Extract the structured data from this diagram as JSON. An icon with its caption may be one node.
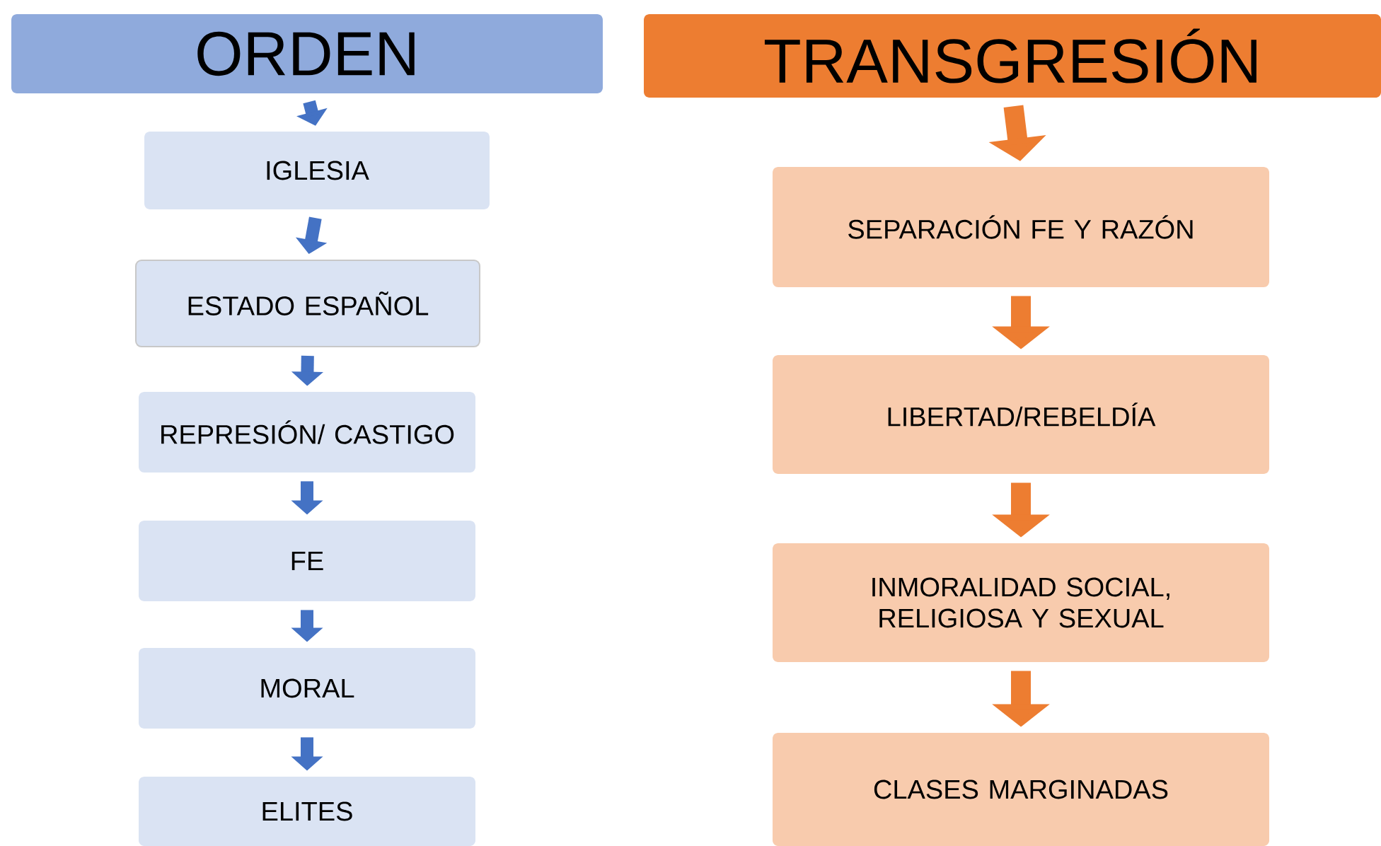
{
  "diagram": {
    "nodes": [
      {
        "text": [
          "ORDEN"
        ]
      },
      {
        "text": [
          "IGLESIA"
        ]
      },
      {
        "text": [
          "ESTADO ESPAÑOL"
        ]
      },
      {
        "text": [
          "REPRESIÓN/ CASTIGO"
        ]
      },
      {
        "text": [
          "FE"
        ]
      },
      {
        "text": [
          "MORAL"
        ]
      },
      {
        "text": [
          "ELITES"
        ]
      },
      {
        "text": [
          "TRANSGRESIÓN"
        ]
      },
      {
        "text": [
          "SEPARACIÓN FE Y RAZÓN"
        ]
      },
      {
        "text": [
          "LIBERTAD/REBELDÍA"
        ]
      },
      {
        "text": [
          "INMORALIDAD SOCIAL, RELIGIOSA Y SEXUAL"
        ]
      },
      {
        "text": [
          "CLASES MARGINADAS"
        ]
      }
    ],
    "edges": [
      {
        "from": 0,
        "to": 1,
        "arrow": "to"
      },
      {
        "from": 1,
        "to": 2,
        "arrow": "to"
      },
      {
        "from": 2,
        "to": 3,
        "arrow": "to"
      },
      {
        "from": 3,
        "to": 4,
        "arrow": "to"
      },
      {
        "from": 4,
        "to": 5,
        "arrow": "to"
      },
      {
        "from": 5,
        "to": 6,
        "arrow": "to"
      },
      {
        "from": 7,
        "to": 8,
        "arrow": "to",
        "color": "#ed7d31"
      },
      {
        "from": 8,
        "to": 9,
        "arrow": "to",
        "color": "#ed7d31"
      },
      {
        "from": 9,
        "to": 10,
        "arrow": "to",
        "color": "#ed7d31"
      },
      {
        "from": 10,
        "to": 11,
        "arrow": "to",
        "color": "#ed7d31"
      }
    ]
  }
}
